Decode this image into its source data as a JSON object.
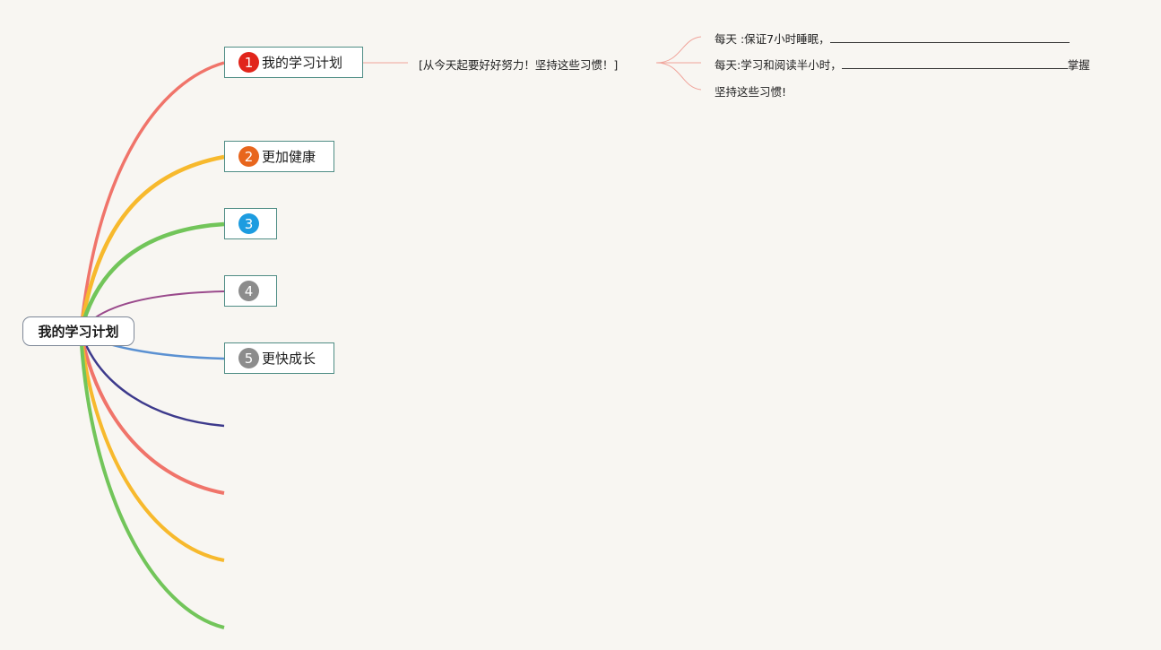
{
  "root": {
    "label": "我的学习计划"
  },
  "topics": [
    {
      "number": "1",
      "label": "我的学习计划",
      "badge_color": "#e1251b",
      "branch_color": "#f0746a"
    },
    {
      "number": "2",
      "label": "更加健康",
      "badge_color": "#e8661d",
      "branch_color": "#f7b92d"
    },
    {
      "number": "3",
      "label": "",
      "badge_color": "#1d9ce0",
      "branch_color": "#72c55a"
    },
    {
      "number": "4",
      "label": "",
      "badge_color": "#8c8c8c",
      "branch_color": "#9a4a8c"
    },
    {
      "number": "5",
      "label": "更快成长",
      "badge_color": "#8c8c8c",
      "branch_color": "#5b91d2"
    }
  ],
  "empty_branch_colors": [
    "#3d3a8c",
    "#f0746a",
    "#f7b92d",
    "#72c55a"
  ],
  "plan_subtopic": "[从今天起要好好努力！坚持这些习惯！]",
  "habits": [
    {
      "text": "每天 :保证7小时睡眠，",
      "suffix": ""
    },
    {
      "text": "每天:学习和阅读半小时，",
      "suffix": "掌握"
    },
    {
      "text": "坚持这些习惯!",
      "suffix": ""
    }
  ],
  "connector_color": "#f0a49b"
}
